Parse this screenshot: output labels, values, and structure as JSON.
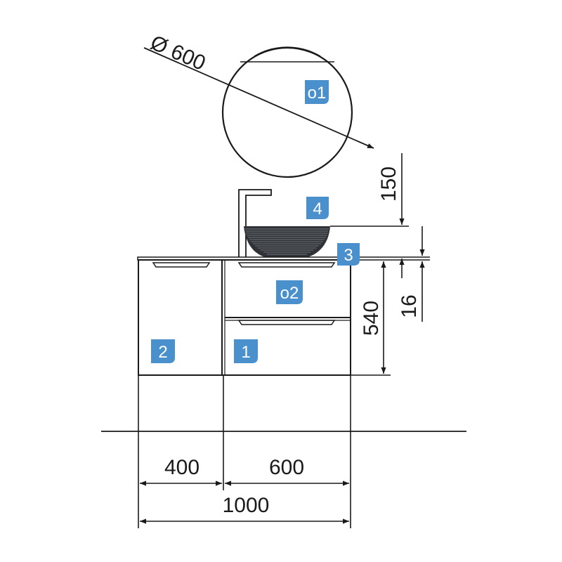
{
  "dimensions": {
    "mirror_diameter": "Ø 600",
    "mirror_gap": "150",
    "cabinet_height": "540",
    "top_thickness": "16",
    "left_width": "400",
    "right_width": "600",
    "total_width": "1000"
  },
  "badges": {
    "mirror": "o1",
    "drawer_top": "o2",
    "drawer_bottom": "1",
    "left_cabinet": "2",
    "countertop": "3",
    "basin": "4"
  },
  "colors": {
    "badge": "#4a90cc",
    "line": "#1a1a1a",
    "basin": "#2f3236"
  }
}
